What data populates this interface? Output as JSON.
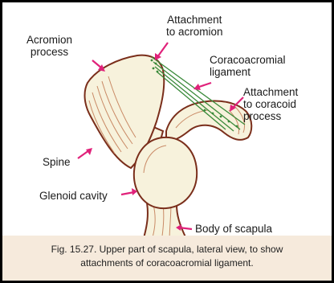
{
  "colors": {
    "outline": "#7a2e1b",
    "bone_fill": "#f7f2dc",
    "shading": "#c98a66",
    "ligament": "#3a8a3a",
    "arrow": "#e0217a",
    "caption_band": "#f6eadc",
    "border": "#000000"
  },
  "labels": {
    "attachment_acromion": [
      "Attachment",
      "to acromion"
    ],
    "acromion_process": [
      "Acromion",
      "process"
    ],
    "coracoacromial_ligament": [
      "Coracoacromial",
      "ligament"
    ],
    "attachment_coracoid": [
      "Attachment",
      "to coracoid",
      "process"
    ],
    "spine": "Spine",
    "glenoid_cavity": "Glenoid cavity",
    "body_of_scapula": "Body of scapula"
  },
  "caption": {
    "line1": "Fig. 15.27. Upper part of scapula, lateral view, to show",
    "line2": "attachments of coracoacromial ligament."
  }
}
